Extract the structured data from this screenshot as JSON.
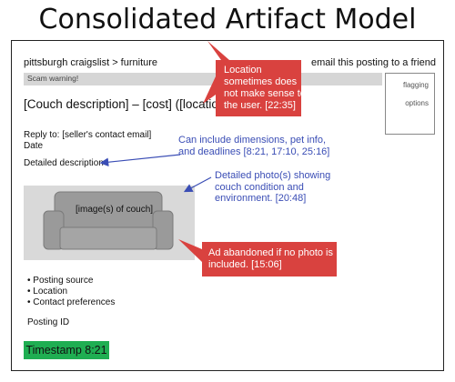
{
  "title": "Consolidated Artifact Model",
  "breadcrumb": "pittsburgh craigslist > furniture",
  "email_link": "email this posting to a friend",
  "scam_warning": "Scam warning!",
  "side_box": {
    "flagging": "flagging",
    "options": "options"
  },
  "headline": "[Couch description] – [cost] ([location])",
  "reply_to": "Reply to: [seller's contact email]",
  "date": "Date",
  "detailed_description": "Detailed description",
  "image_placeholder": "[image(s) of couch]",
  "bullets": [
    "• Posting source",
    "• Location",
    "• Contact preferences"
  ],
  "posting_id": "Posting ID",
  "timestamp": "Timestamp 8:21",
  "callouts": {
    "location": [
      "Location",
      "sometimes does",
      "not make sense to",
      "the user. [22:35]"
    ],
    "abandoned": [
      "Ad abandoned if no photo is",
      "included. [15:06]"
    ]
  },
  "notes": {
    "description": [
      "Can include dimensions, pet info,",
      "and deadlines [8:21, 17:10, 25:16]"
    ],
    "photo": [
      "Detailed photo(s) showing",
      "couch condition and",
      "environment. [20:48]"
    ]
  },
  "colors": {
    "callout_red": "#d9423f",
    "note_blue": "#3a4db5",
    "timestamp_green": "#1fae52",
    "couch_gray": "#9a9a9a"
  }
}
